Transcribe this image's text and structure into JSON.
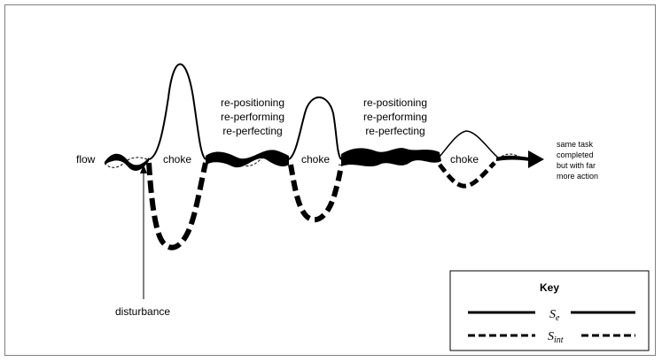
{
  "labels": {
    "flow": "flow",
    "choke_1": "choke",
    "choke_2": "choke",
    "choke_3": "choke",
    "recovery_1": [
      "re-positioning",
      "re-performing",
      "re-perfecting"
    ],
    "recovery_2": [
      "re-positioning",
      "re-performing",
      "re-perfecting"
    ],
    "outcome": [
      "same task",
      "completed",
      "but with far",
      "more action"
    ],
    "disturbance": "disturbance"
  },
  "key": {
    "title": "Key",
    "se": {
      "symbol": "S",
      "subscript": "e"
    },
    "sint": {
      "symbol": "S",
      "subscript": "int"
    }
  }
}
